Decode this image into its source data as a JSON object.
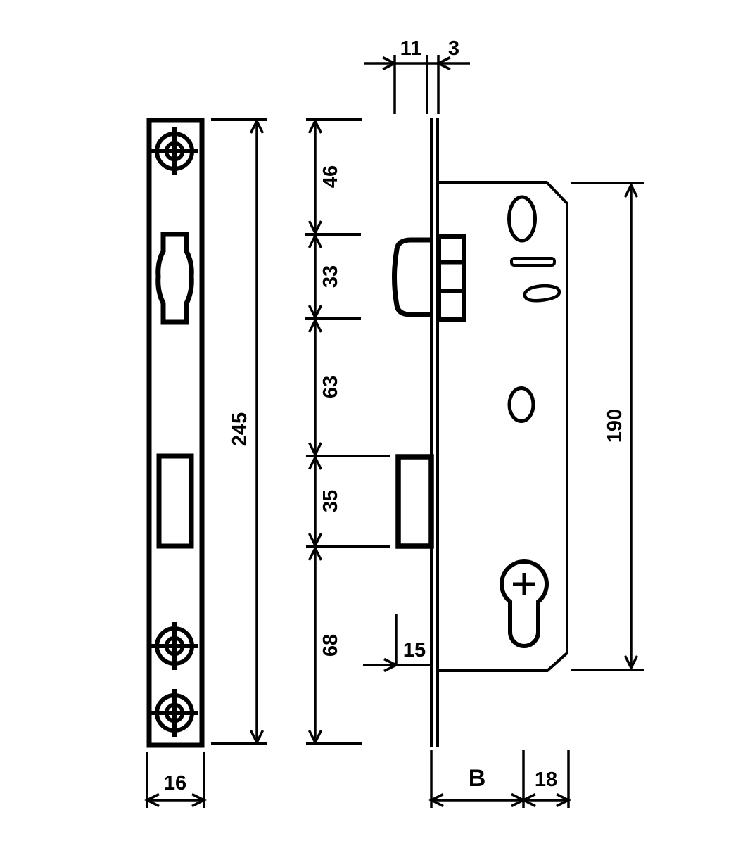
{
  "colors": {
    "ink": "#000000",
    "background": "#ffffff"
  },
  "dimensions": {
    "plate_height": "245",
    "plate_width": "16",
    "latch_projection": "11",
    "plate_thickness": "3",
    "top_to_latch": "46",
    "latch_opening_height": "33",
    "latch_to_deadbolt": "63",
    "deadbolt_opening_height": "35",
    "deadbolt_to_bottom": "68",
    "deadbolt_edge_offset": "15",
    "body_height": "190",
    "backset": "B",
    "backset_to_rear": "18"
  }
}
